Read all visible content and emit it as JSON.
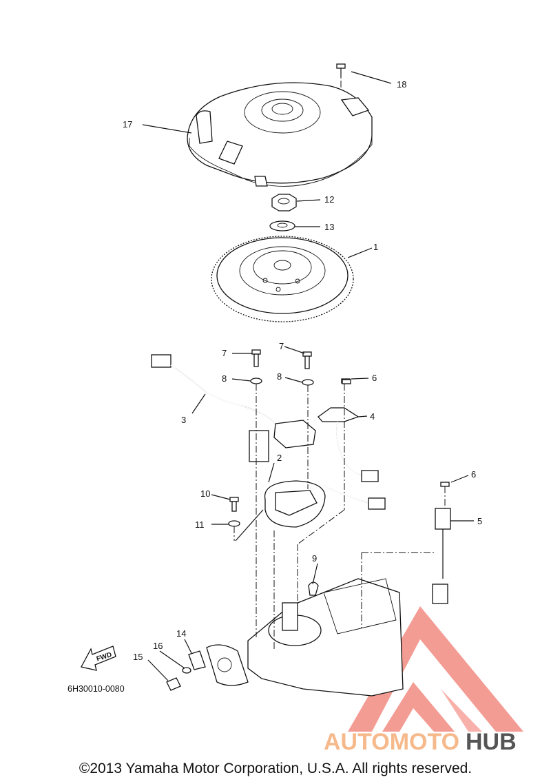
{
  "callouts": [
    {
      "id": "1",
      "text": "1"
    },
    {
      "id": "2",
      "text": "2"
    },
    {
      "id": "3",
      "text": "3"
    },
    {
      "id": "4",
      "text": "4"
    },
    {
      "id": "5",
      "text": "5"
    },
    {
      "id": "6a",
      "text": "6"
    },
    {
      "id": "6b",
      "text": "6"
    },
    {
      "id": "7a",
      "text": "7"
    },
    {
      "id": "7b",
      "text": "7"
    },
    {
      "id": "8a",
      "text": "8"
    },
    {
      "id": "8b",
      "text": "8"
    },
    {
      "id": "9",
      "text": "9"
    },
    {
      "id": "10",
      "text": "10"
    },
    {
      "id": "11",
      "text": "11"
    },
    {
      "id": "12",
      "text": "12"
    },
    {
      "id": "13",
      "text": "13"
    },
    {
      "id": "14",
      "text": "14"
    },
    {
      "id": "15",
      "text": "15"
    },
    {
      "id": "16",
      "text": "16"
    },
    {
      "id": "17",
      "text": "17"
    },
    {
      "id": "18",
      "text": "18"
    }
  ],
  "fwd_label": "FWD",
  "diagram_code": "6H30010-0080",
  "watermark": {
    "text_left": "AUTOMOTO",
    "text_right": "HUB",
    "color_logo": "#f28b82",
    "color_text_left": "#f6b98c",
    "color_text_right": "#555555"
  },
  "copyright": "©2013 Yamaha Motor Corporation, U.S.A. All rights reserved."
}
